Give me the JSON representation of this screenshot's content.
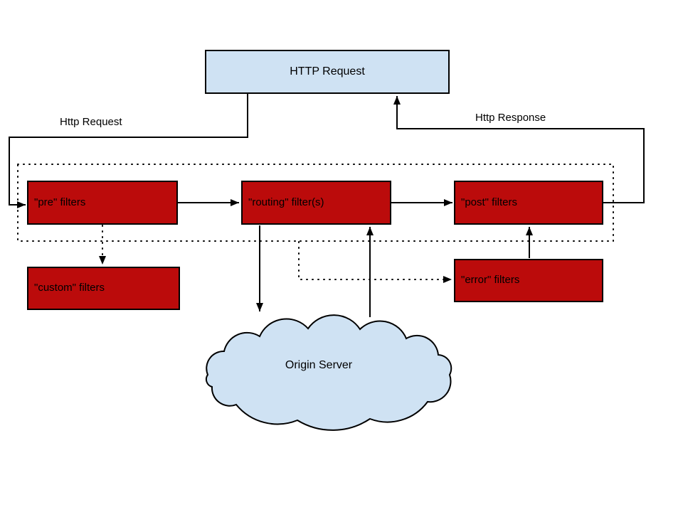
{
  "colors": {
    "filter_fill": "#bb0b0b",
    "node_fill": "#cfe2f3",
    "stroke": "#000000"
  },
  "nodes": {
    "http_request": "HTTP Request",
    "pre_filters": "\"pre\" filters",
    "routing_filters": "\"routing\" filter(s)",
    "post_filters": "\"post\" filters",
    "custom_filters": "\"custom\" filters",
    "error_filters": "\"error\" filters",
    "origin_server": "Origin Server"
  },
  "edge_labels": {
    "request": "Http Request",
    "response": "Http Response"
  }
}
